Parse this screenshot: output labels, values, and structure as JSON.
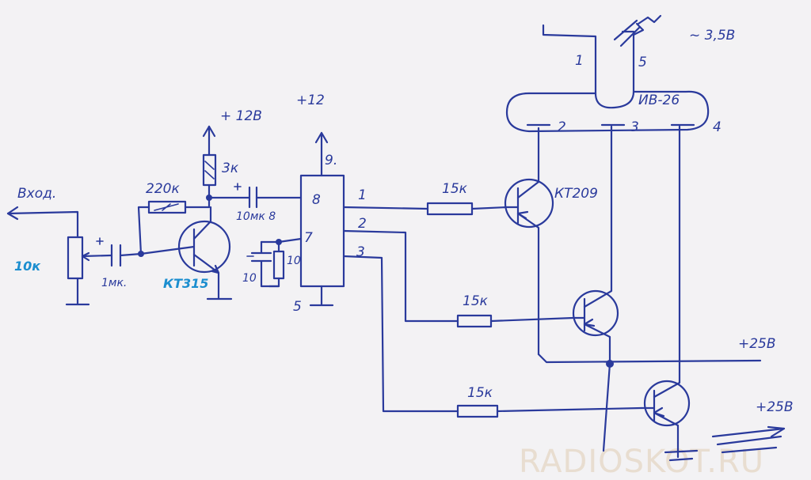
{
  "labels": {
    "input": "Вход.",
    "pot": "10к",
    "cap_in": "1мк.",
    "r_base": "220к",
    "r_col": "3к",
    "supply_12v": "+ 12В",
    "cap_out": "10мк 8",
    "supply_chip": "+12",
    "transistor1": "КТ315",
    "chip_pin9": "9.",
    "chip_pin8": "8",
    "chip_pin7": "7",
    "chip_pin5": "5",
    "chip_pin1": "1",
    "chip_pin2": "2",
    "chip_pin3": "3",
    "r_small": "10",
    "c_small": "10",
    "r_out1": "15к",
    "r_out2": "15к",
    "r_out3": "15к",
    "transistor2": "КТ209",
    "tube": "ИВ-26",
    "tube_pin1": "1",
    "tube_pin2": "2",
    "tube_pin3": "3",
    "tube_pin4": "4",
    "tube_pin5": "5",
    "filament": "~ 3,5В",
    "supply_25v_a": "+25В",
    "supply_25v_b": "+25В"
  },
  "watermark": "RADIOSKOT.RU",
  "colors": {
    "ink": "#2a3a9c",
    "paper": "#f3f2f4",
    "highlight": "#1b8ecf"
  }
}
